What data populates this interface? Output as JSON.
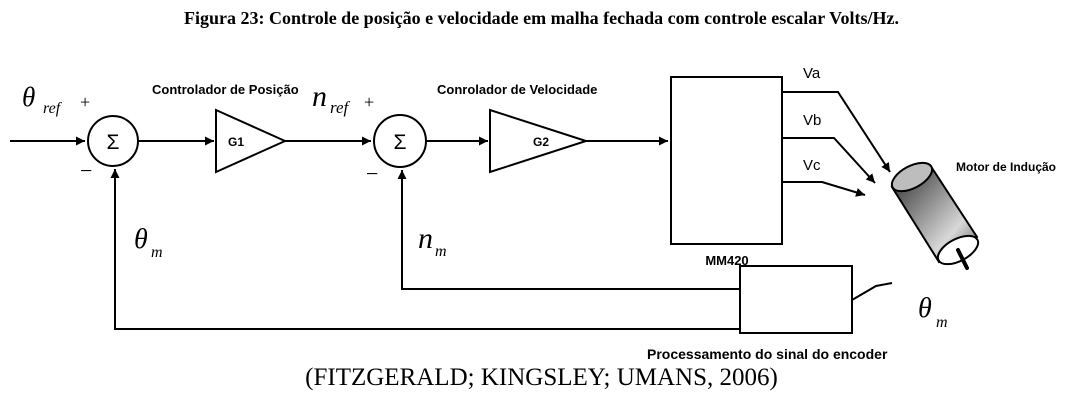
{
  "figure": {
    "caption": "Figura 23: Controle de posição e velocidade em malha fechada com controle escalar Volts/Hz.",
    "source": "(FITZGERALD; KINGSLEY; UMANS, 2006)"
  },
  "diagram": {
    "position_loop": {
      "input_symbol": "θ",
      "input_subscript": "ref",
      "plus_sign": "+",
      "minus_sign": "−",
      "summer_symbol": "Σ",
      "controller_title": "Controlador de Posição",
      "gain_label": "G1",
      "feedback_symbol": "θ",
      "feedback_subscript": "m"
    },
    "speed_loop": {
      "reference_symbol": "n",
      "reference_subscript": "ref",
      "plus_sign": "+",
      "minus_sign": "−",
      "summer_symbol": "Σ",
      "controller_title": "Conrolador de Velocidade",
      "gain_label": "G2",
      "feedback_symbol": "n",
      "feedback_subscript": "m"
    },
    "drive": {
      "label": "MM420",
      "phase_a": "Va",
      "phase_b": "Vb",
      "phase_c": "Vc"
    },
    "motor": {
      "label": "Motor de Indução",
      "shaft_symbol": "θ",
      "shaft_subscript": "m"
    },
    "encoder": {
      "label": "Processamento do sinal do encoder"
    }
  }
}
